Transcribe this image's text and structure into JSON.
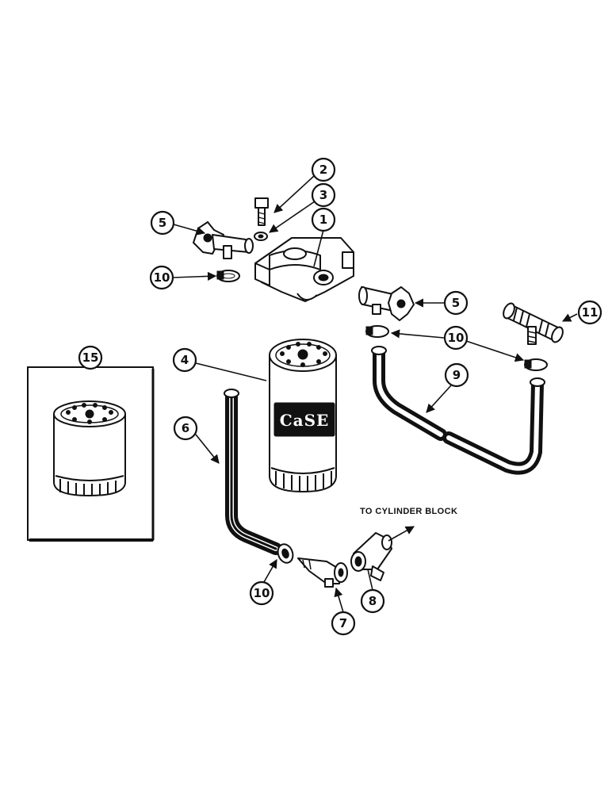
{
  "callouts": [
    "1",
    "2",
    "3",
    "4",
    "5",
    "5",
    "6",
    "7",
    "8",
    "9",
    "10",
    "10",
    "10",
    "11",
    "15"
  ],
  "annotations": {
    "to_cylinder_block": "TO CYLINDER BLOCK"
  },
  "filter_brand": "CaSE",
  "colors": {
    "ink": "#111111",
    "paper": "#ffffff"
  }
}
